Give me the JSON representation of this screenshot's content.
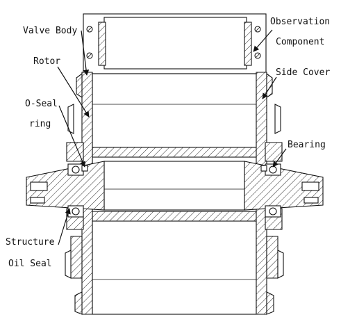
{
  "labels": {
    "valve_body": "Valve Body",
    "rotor": "Rotor",
    "o_seal_line1": "O-Seal",
    "o_seal_line2": "ring",
    "structure_line1": "Structure",
    "structure_line2": "Oil Seal",
    "observation_line1": "Observation",
    "observation_line2": "Component",
    "side_cover": "Side Cover",
    "bearing": "Bearing"
  },
  "colors": {
    "line": "#111111",
    "background": "#ffffff"
  }
}
